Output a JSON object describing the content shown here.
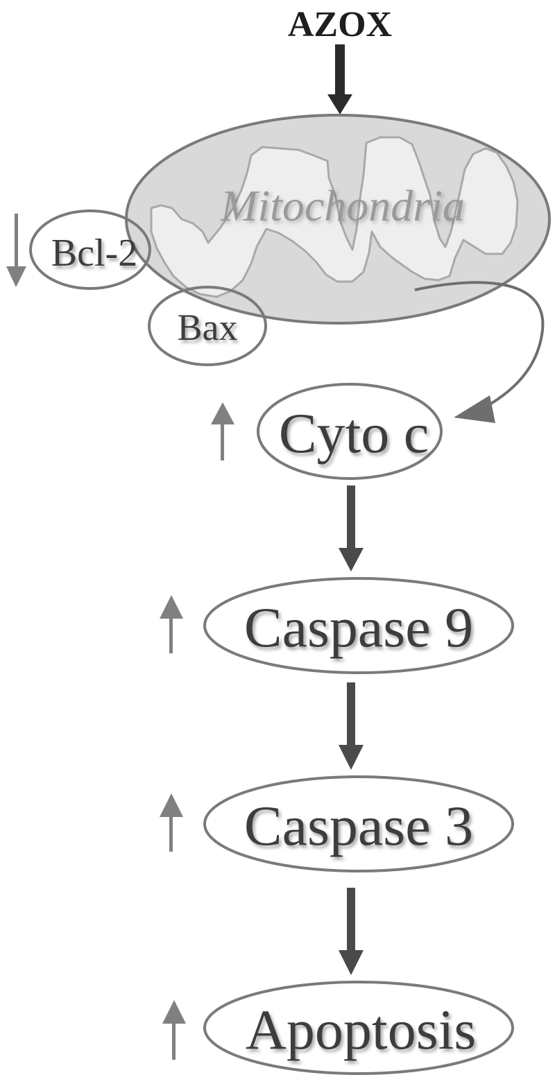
{
  "diagram": {
    "title": "AZOX",
    "organelle": "Mitochondria",
    "nodes": {
      "bcl2": "Bcl-2",
      "bax": "Bax",
      "cytoc": "Cyto c",
      "casp9": "Caspase 9",
      "casp3": "Caspase 3",
      "apoptosis": "Apoptosis"
    },
    "regulation": {
      "bcl2": "down",
      "cytoc": "up",
      "casp9": "up",
      "casp3": "up",
      "apoptosis": "up"
    },
    "colors": {
      "dark_arrow": "#2b2b2b",
      "step_arrow": "#4a4a4a",
      "indicator_arrow": "#808080",
      "mito_fill": "#d9d9d9",
      "outline": "#7a7a7a"
    }
  }
}
